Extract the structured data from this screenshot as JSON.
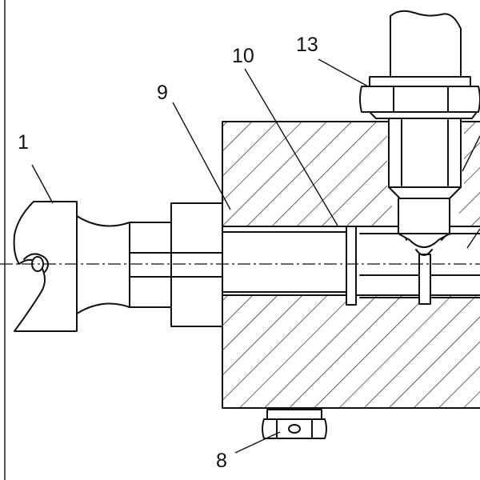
{
  "labels": {
    "part_1": "1",
    "part_8": "8",
    "part_9": "9",
    "part_10": "10",
    "part_13": "13"
  },
  "colors": {
    "line": "#111111",
    "background": "#ffffff"
  }
}
